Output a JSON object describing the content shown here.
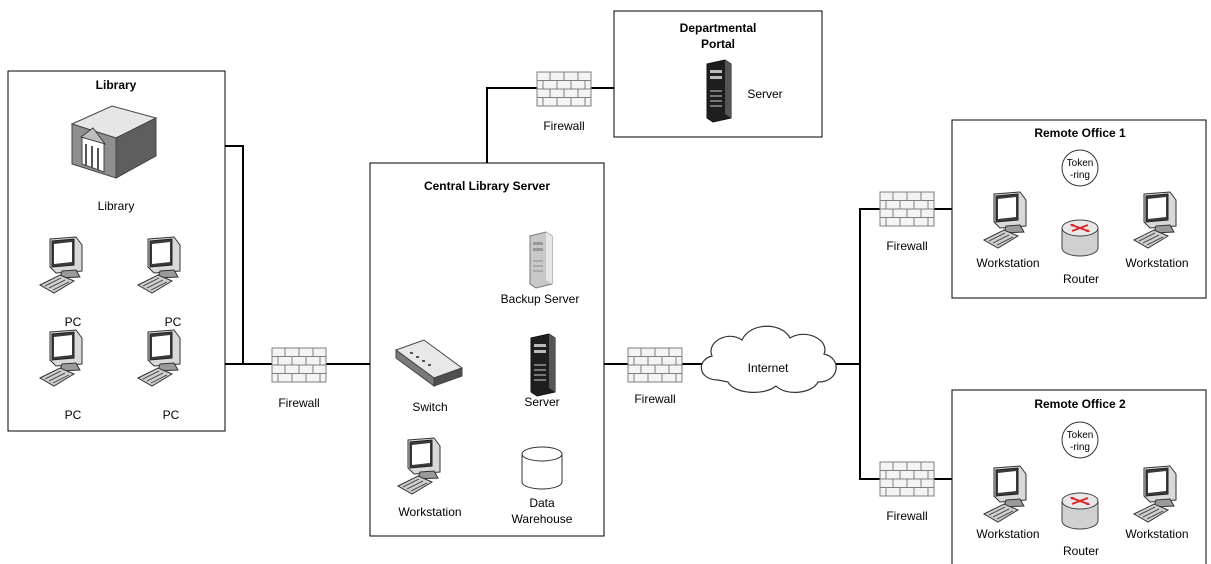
{
  "groups": {
    "library": {
      "title": "Library"
    },
    "portal": {
      "title_line1": "Departmental",
      "title_line2": "Portal"
    },
    "central": {
      "title": "Central Library Server"
    },
    "remote1": {
      "title": "Remote Office 1"
    },
    "remote2": {
      "title": "Remote Office 2"
    }
  },
  "labels": {
    "library_building": "Library",
    "pc": "PC",
    "firewall": "Firewall",
    "server": "Server",
    "backup_server": "Backup Server",
    "switch": "Switch",
    "workstation": "Workstation",
    "data_warehouse_line1": "Data",
    "data_warehouse_line2": "Warehouse",
    "internet": "Internet",
    "router": "Router",
    "token_line1": "Token",
    "token_line2": "-ring"
  },
  "colors": {
    "line": "#000000",
    "firewall_fill": "#f2f2f2",
    "firewall_brick": "#808080",
    "device_dark": "#2b2b2b",
    "device_gray": "#8c8c8c",
    "router_arrow": "#d9262b"
  },
  "icons": [
    "library-building-icon",
    "pc-icon",
    "firewall-icon",
    "server-icon",
    "switch-icon",
    "database-icon",
    "cloud-icon",
    "router-icon",
    "token-ring-icon"
  ]
}
